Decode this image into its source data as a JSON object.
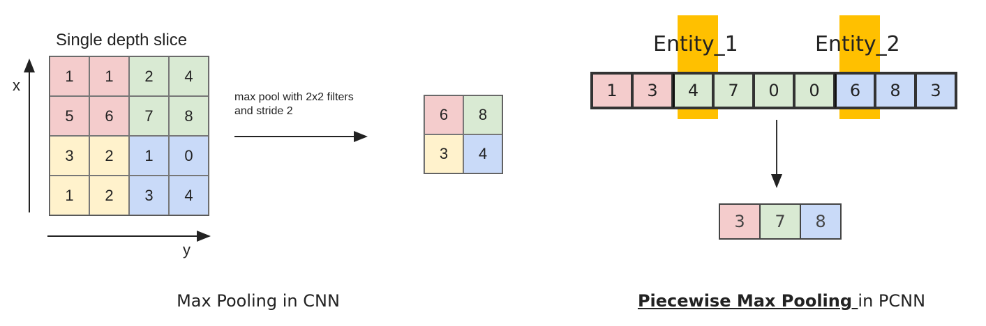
{
  "cnn": {
    "slice_title": "Single depth slice",
    "x_label": "x",
    "y_label": "y",
    "grid": [
      [
        {
          "v": "1",
          "c": "pink"
        },
        {
          "v": "1",
          "c": "pink"
        },
        {
          "v": "2",
          "c": "green"
        },
        {
          "v": "4",
          "c": "green"
        }
      ],
      [
        {
          "v": "5",
          "c": "pink"
        },
        {
          "v": "6",
          "c": "pink"
        },
        {
          "v": "7",
          "c": "green"
        },
        {
          "v": "8",
          "c": "green"
        }
      ],
      [
        {
          "v": "3",
          "c": "yellow"
        },
        {
          "v": "2",
          "c": "yellow"
        },
        {
          "v": "1",
          "c": "blue"
        },
        {
          "v": "0",
          "c": "blue"
        }
      ],
      [
        {
          "v": "1",
          "c": "yellow"
        },
        {
          "v": "2",
          "c": "yellow"
        },
        {
          "v": "3",
          "c": "blue"
        },
        {
          "v": "4",
          "c": "blue"
        }
      ]
    ],
    "pool_caption": "max pool with 2x2 filters\nand stride 2",
    "result": [
      [
        {
          "v": "6",
          "c": "pink"
        },
        {
          "v": "8",
          "c": "green"
        }
      ],
      [
        {
          "v": "3",
          "c": "yellow"
        },
        {
          "v": "4",
          "c": "blue"
        }
      ]
    ],
    "caption": "Max Pooling in CNN"
  },
  "pcnn": {
    "entity_1": "Entity_1",
    "entity_2": "Entity_2",
    "sequence": [
      {
        "v": "1",
        "c": "pink"
      },
      {
        "v": "3",
        "c": "pink"
      },
      {
        "v": "4",
        "c": "green"
      },
      {
        "v": "7",
        "c": "green"
      },
      {
        "v": "0",
        "c": "green"
      },
      {
        "v": "0",
        "c": "green"
      },
      {
        "v": "6",
        "c": "blue"
      },
      {
        "v": "8",
        "c": "blue"
      },
      {
        "v": "3",
        "c": "blue"
      }
    ],
    "output": [
      {
        "v": "3",
        "c": "pink"
      },
      {
        "v": "7",
        "c": "green"
      },
      {
        "v": "8",
        "c": "blue"
      }
    ],
    "caption_bold": "Piecewise Max Pooling ",
    "caption_rest": "in PCNN"
  },
  "colors": {
    "pink": "#f4cccc",
    "green": "#d9ead3",
    "yellow": "#fff2cc",
    "blue": "#c9daf8",
    "highlight": "#ffc000"
  }
}
